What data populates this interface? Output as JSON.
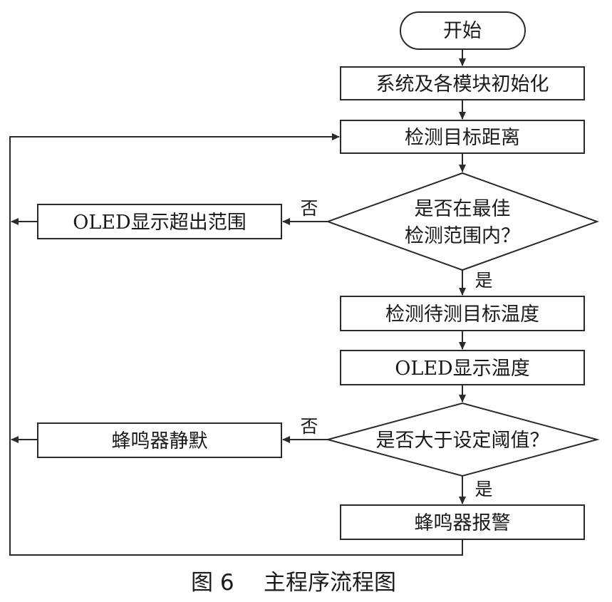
{
  "nodes": {
    "start": "开始",
    "init": "系统及各模块初始化",
    "detect_distance": "检测目标距离",
    "range_decision_line1": "是否在最佳",
    "range_decision_line2": "检测范围内？",
    "oled_out_of_range": "OLED显示超出范围",
    "detect_temperature": "检测待测目标温度",
    "oled_temperature": "OLED显示温度",
    "threshold_decision": "是否大于设定阈值？",
    "buzzer_silent": "蜂鸣器静默",
    "buzzer_alarm": "蜂鸣器报警"
  },
  "edge_labels": {
    "range_no": "否",
    "range_yes": "是",
    "threshold_no": "否",
    "threshold_yes": "是"
  },
  "caption": {
    "figure_number": "图 6",
    "title": "主程序流程图"
  }
}
